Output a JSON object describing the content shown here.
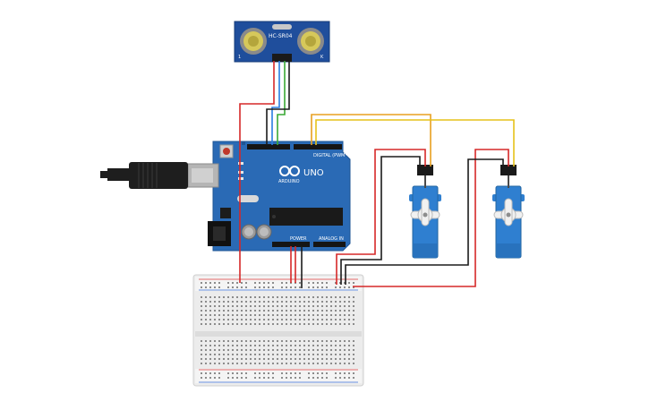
{
  "sensor": {
    "model": "HC-SR04",
    "pin_left": "1",
    "pin_right": "K"
  },
  "arduino": {
    "model": "UNO",
    "brand": "ARDUINO",
    "header_digital": "DIGITAL (PWM~)",
    "header_power": "POWER",
    "header_analog": "ANALOG IN"
  },
  "wires": [
    {
      "id": "sensor-vcc-wire",
      "color": "#d62828"
    },
    {
      "id": "sensor-trig-wire",
      "color": "#2a7de1"
    },
    {
      "id": "sensor-echo-wire",
      "color": "#3aa935"
    },
    {
      "id": "sensor-gnd-wire",
      "color": "#1b1b1b"
    },
    {
      "id": "servo1-signal-wire",
      "color": "#e8a020"
    },
    {
      "id": "servo2-signal-wire",
      "color": "#e6c21a"
    },
    {
      "id": "servo1-power-wire",
      "color": "#d62828"
    },
    {
      "id": "servo1-gnd-wire",
      "color": "#1b1b1b"
    },
    {
      "id": "servo2-power-wire",
      "color": "#d62828"
    },
    {
      "id": "servo2-gnd-wire",
      "color": "#1b1b1b"
    }
  ],
  "colors": {
    "board": "#2a6ab5",
    "servo": "#2f7fd0",
    "breadboard": "#ececec",
    "rail_red": "#e04040",
    "rail_blue": "#3b6fd8"
  }
}
